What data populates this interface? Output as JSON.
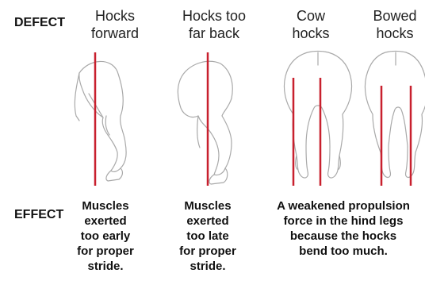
{
  "labels": {
    "defect": "DEFECT",
    "effect": "EFFECT"
  },
  "columns": [
    {
      "title": [
        "Hocks",
        "forward"
      ]
    },
    {
      "title": [
        "Hocks too",
        "far back"
      ]
    },
    {
      "title": [
        "Cow",
        "hocks"
      ]
    },
    {
      "title": [
        "Bowed",
        "hocks"
      ]
    }
  ],
  "effects": [
    [
      "Muscles",
      "exerted",
      "too early",
      "for proper",
      "stride."
    ],
    [
      "Muscles",
      "exerted",
      "too late",
      "for proper",
      "stride."
    ],
    [
      "A weakened propulsion",
      "force in the hind legs",
      "because the hocks",
      "bend too much."
    ]
  ],
  "colors": {
    "line": "#c8202e",
    "outline": "#a9a9a9"
  }
}
